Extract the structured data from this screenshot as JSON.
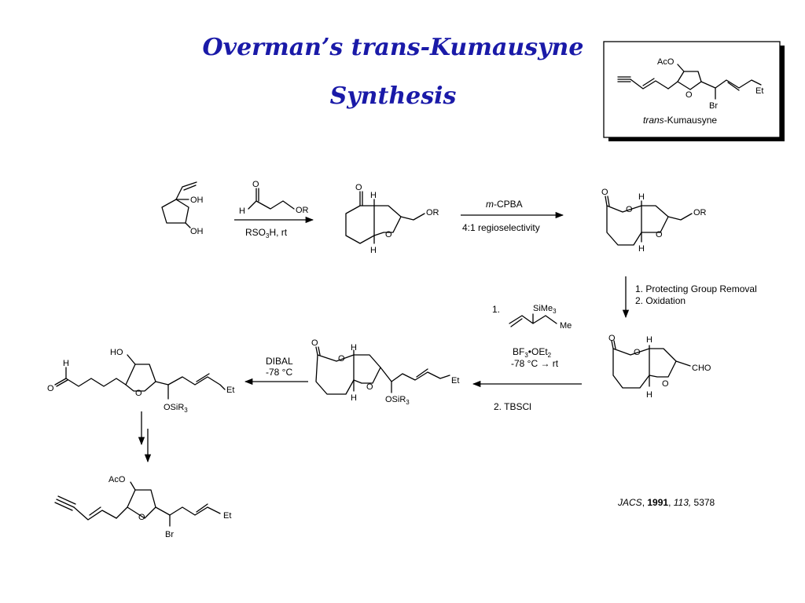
{
  "title": {
    "line1": "Overman’s trans-Kumausyne",
    "line2": "Synthesis"
  },
  "target_box": {
    "name_prefix": "trans",
    "name_suffix": "-Kumausyne",
    "labels": {
      "aco": "AcO",
      "o": "O",
      "br": "Br",
      "et": "Et"
    }
  },
  "step1": {
    "labels": {
      "oh1": "OH",
      "oh2": "OH",
      "o": "O",
      "h": "H",
      "or": "OR"
    },
    "reagent": "RSO",
    "sub": "3",
    "reagent_tail": "H, rt"
  },
  "product1": {
    "labels": {
      "o_ketone": "O",
      "h_top": "H",
      "h_bottom": "H",
      "o_ring": "O",
      "or": "OR"
    }
  },
  "step2": {
    "reagent_italic": "m",
    "reagent_rest": "-CPBA",
    "conditions": "4:1 regioselectivity"
  },
  "product2": {
    "labels": {
      "o_carbonyl": "O",
      "o_ring1": "O",
      "h_top": "H",
      "h_bottom": "H",
      "o_ring2": "O",
      "or": "OR"
    }
  },
  "step3": {
    "line1": "1. Protecting Group Removal",
    "line2": "2. Oxidation"
  },
  "product3": {
    "labels": {
      "o_carbonyl": "O",
      "o_ring1": "O",
      "h_top": "H",
      "h_bottom": "H",
      "o_ring2": "O",
      "cho": "CHO"
    }
  },
  "step4": {
    "num1": "1.",
    "sime3": "SiMe",
    "sime3_sub": "3",
    "me": "Me",
    "bf3": "BF",
    "bf3_sub": "3",
    "bf3_tail": "•OEt",
    "bf3_sub2": "2",
    "temp": "-78 °C → rt",
    "line2": "2. TBSCl"
  },
  "product4": {
    "labels": {
      "o_carbonyl": "O",
      "o_ring1": "O",
      "h_top": "H",
      "h_bottom": "H",
      "o_ring2": "O",
      "osir": "OSiR",
      "osir_sub": "3",
      "et": "Et"
    }
  },
  "step5": {
    "line1": "DIBAL",
    "line2": "-78 °C"
  },
  "product5": {
    "labels": {
      "h": "H",
      "o": "O",
      "ho": "HO",
      "o_ring": "O",
      "osir": "OSiR",
      "osir_sub": "3",
      "et": "Et"
    }
  },
  "final_product": {
    "labels": {
      "aco": "AcO",
      "o": "O",
      "br": "Br",
      "et": "Et"
    }
  },
  "citation": {
    "journal": "JACS",
    "sep1": ", ",
    "year": "1991",
    "sep2": ", ",
    "volume": "113,",
    "page": " 5378"
  }
}
